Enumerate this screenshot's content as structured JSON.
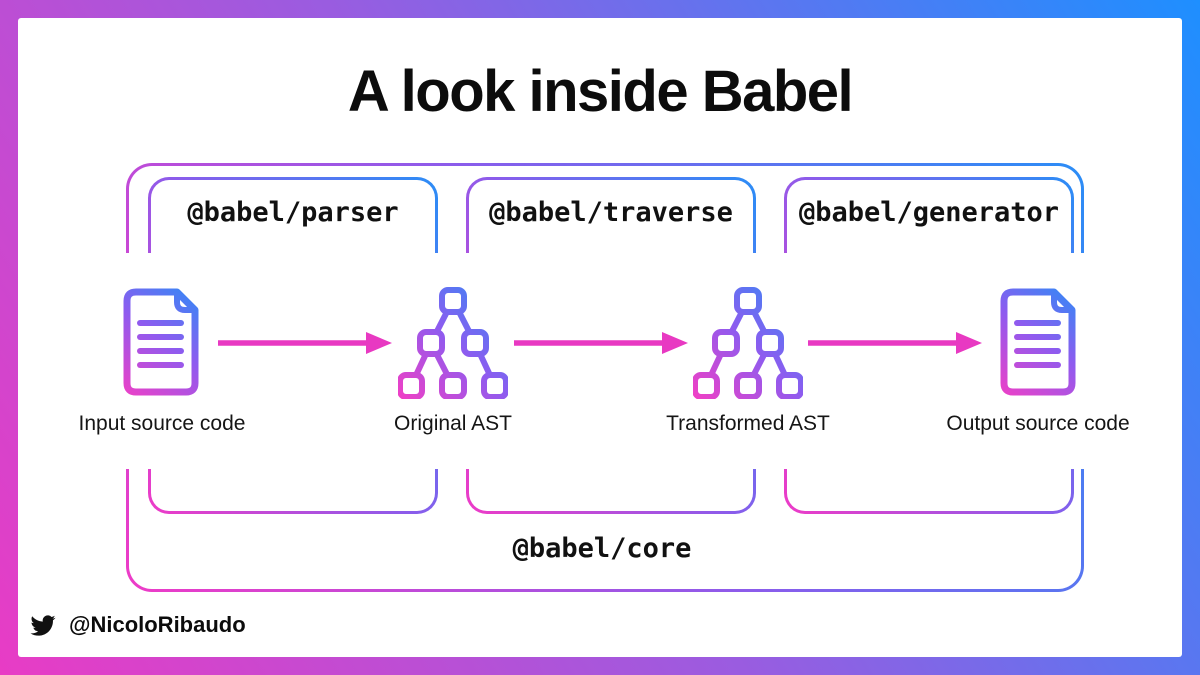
{
  "slide": {
    "title": "A look inside Babel",
    "packages": [
      {
        "label": "@babel/parser"
      },
      {
        "label": "@babel/traverse"
      },
      {
        "label": "@babel/generator"
      }
    ],
    "core": {
      "label": "@babel/core"
    },
    "pipeline": [
      {
        "label": "Input source code",
        "icon": "document-icon"
      },
      {
        "label": "Original AST",
        "icon": "ast-tree-icon"
      },
      {
        "label": "Transformed AST",
        "icon": "ast-tree-icon"
      },
      {
        "label": "Output source code",
        "icon": "document-icon"
      }
    ],
    "footer": {
      "handle": "@NicoloRibaudo",
      "icon": "twitter-bird-icon"
    },
    "colors": {
      "gradient_pink": "#ee3bc7",
      "gradient_purple": "#8b5ceb",
      "gradient_blue": "#2b8df6",
      "arrow_pink": "#e839c2",
      "text_black": "#111111"
    }
  }
}
